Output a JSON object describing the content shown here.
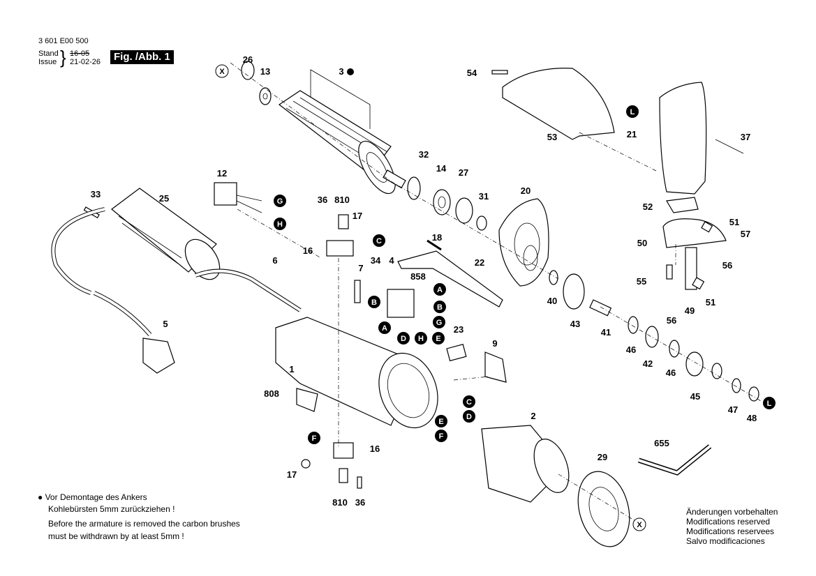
{
  "header": {
    "part_number": "3 601 E00 500",
    "stand_label": "Stand",
    "issue_label": "Issue",
    "stand_old_date": "16-05",
    "issue_date": "21-02-26",
    "figure_label": "Fig. /Abb. 1"
  },
  "note": {
    "bullet": "●",
    "de_line1": "Vor Demontage des Ankers",
    "de_line2": "Kohlebürsten 5mm zurückziehen !",
    "en_line1": "Before the armature is removed the carbon brushes",
    "en_line2": "must be withdrawn by at least 5mm !"
  },
  "modifications": [
    "Änderungen vorbehalten",
    "Modifications reserved",
    "Modifications reservees",
    "Salvo modificaciones"
  ],
  "part_labels": [
    {
      "id": "p26",
      "text": "26"
    },
    {
      "id": "p13",
      "text": "13"
    },
    {
      "id": "p3",
      "text": "3"
    },
    {
      "id": "p54",
      "text": "54"
    },
    {
      "id": "p53",
      "text": "53"
    },
    {
      "id": "p21",
      "text": "21"
    },
    {
      "id": "p37",
      "text": "37"
    },
    {
      "id": "p12",
      "text": "12"
    },
    {
      "id": "p33",
      "text": "33"
    },
    {
      "id": "p25",
      "text": "25"
    },
    {
      "id": "p36a",
      "text": "36"
    },
    {
      "id": "p810a",
      "text": "810"
    },
    {
      "id": "p17a",
      "text": "17"
    },
    {
      "id": "p16a",
      "text": "16"
    },
    {
      "id": "p32",
      "text": "32"
    },
    {
      "id": "p14",
      "text": "14"
    },
    {
      "id": "p27",
      "text": "27"
    },
    {
      "id": "p31",
      "text": "31"
    },
    {
      "id": "p20",
      "text": "20"
    },
    {
      "id": "p52",
      "text": "52"
    },
    {
      "id": "p51a",
      "text": "51"
    },
    {
      "id": "p57",
      "text": "57"
    },
    {
      "id": "p50",
      "text": "50"
    },
    {
      "id": "p18",
      "text": "18"
    },
    {
      "id": "p6",
      "text": "6"
    },
    {
      "id": "p7",
      "text": "7"
    },
    {
      "id": "p34",
      "text": "34"
    },
    {
      "id": "p4",
      "text": "4"
    },
    {
      "id": "p858",
      "text": "858"
    },
    {
      "id": "p22",
      "text": "22"
    },
    {
      "id": "p55",
      "text": "55"
    },
    {
      "id": "p56a",
      "text": "56"
    },
    {
      "id": "p40",
      "text": "40"
    },
    {
      "id": "p49",
      "text": "49"
    },
    {
      "id": "p51b",
      "text": "51"
    },
    {
      "id": "p56b",
      "text": "56"
    },
    {
      "id": "p43",
      "text": "43"
    },
    {
      "id": "p41",
      "text": "41"
    },
    {
      "id": "p5",
      "text": "5"
    },
    {
      "id": "p23",
      "text": "23"
    },
    {
      "id": "p9",
      "text": "9"
    },
    {
      "id": "p46a",
      "text": "46"
    },
    {
      "id": "p42",
      "text": "42"
    },
    {
      "id": "p1",
      "text": "1"
    },
    {
      "id": "p46b",
      "text": "46"
    },
    {
      "id": "p808",
      "text": "808"
    },
    {
      "id": "p45",
      "text": "45"
    },
    {
      "id": "p2",
      "text": "2"
    },
    {
      "id": "p47",
      "text": "47"
    },
    {
      "id": "p48",
      "text": "48"
    },
    {
      "id": "p16b",
      "text": "16"
    },
    {
      "id": "p655",
      "text": "655"
    },
    {
      "id": "p29",
      "text": "29"
    },
    {
      "id": "p17b",
      "text": "17"
    },
    {
      "id": "p810b",
      "text": "810"
    },
    {
      "id": "p36b",
      "text": "36"
    }
  ],
  "connection_markers": [
    {
      "id": "cX1",
      "text": "X"
    },
    {
      "id": "cL1",
      "text": "L"
    },
    {
      "id": "cG1",
      "text": "G"
    },
    {
      "id": "cH1",
      "text": "H"
    },
    {
      "id": "cC1",
      "text": "C"
    },
    {
      "id": "cA1",
      "text": "A"
    },
    {
      "id": "cB1",
      "text": "B"
    },
    {
      "id": "cB2",
      "text": "B"
    },
    {
      "id": "cG2",
      "text": "G"
    },
    {
      "id": "cA2",
      "text": "A"
    },
    {
      "id": "cD1",
      "text": "D"
    },
    {
      "id": "cH2",
      "text": "H"
    },
    {
      "id": "cE1",
      "text": "E"
    },
    {
      "id": "cC2",
      "text": "C"
    },
    {
      "id": "cD2",
      "text": "D"
    },
    {
      "id": "cE2",
      "text": "E"
    },
    {
      "id": "cF1",
      "text": "F"
    },
    {
      "id": "cF2",
      "text": "F"
    },
    {
      "id": "cL2",
      "text": "L"
    },
    {
      "id": "cX2",
      "text": "X"
    }
  ]
}
